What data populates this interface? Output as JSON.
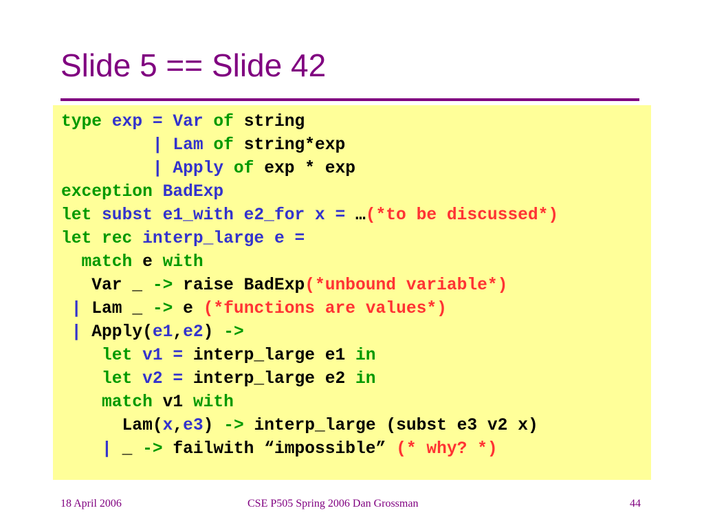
{
  "slide": {
    "title": "Slide 5 == Slide 42",
    "colors": {
      "title": "#800080",
      "box": "#ffff99",
      "keyword": "#009900",
      "identifier": "#3333cc",
      "text": "#000000",
      "comment": "#ff3333"
    }
  },
  "code": {
    "lines": [
      [
        {
          "t": "type ",
          "c": "kw"
        },
        {
          "t": "exp = ",
          "c": "id"
        },
        {
          "t": "Var ",
          "c": "id"
        },
        {
          "t": "of ",
          "c": "kw"
        },
        {
          "t": "string",
          "c": "tx"
        }
      ],
      [
        {
          "t": "         | ",
          "c": "id"
        },
        {
          "t": "Lam ",
          "c": "id"
        },
        {
          "t": "of ",
          "c": "kw"
        },
        {
          "t": "string*exp",
          "c": "tx"
        }
      ],
      [
        {
          "t": "         | ",
          "c": "id"
        },
        {
          "t": "Apply ",
          "c": "id"
        },
        {
          "t": "of ",
          "c": "kw"
        },
        {
          "t": "exp * exp",
          "c": "tx"
        }
      ],
      [
        {
          "t": "exception ",
          "c": "kw"
        },
        {
          "t": "BadExp",
          "c": "id"
        }
      ],
      [
        {
          "t": "let ",
          "c": "kw"
        },
        {
          "t": "subst e1_with e2_for x = ",
          "c": "id"
        },
        {
          "t": "…",
          "c": "tx"
        },
        {
          "t": "(*to be discussed*)",
          "c": "cm"
        }
      ],
      [
        {
          "t": "let rec ",
          "c": "kw"
        },
        {
          "t": "interp_large e =",
          "c": "id"
        }
      ],
      [
        {
          "t": "  match ",
          "c": "kw"
        },
        {
          "t": "e ",
          "c": "tx"
        },
        {
          "t": "with",
          "c": "kw"
        }
      ],
      [
        {
          "t": "   Var _ ",
          "c": "tx"
        },
        {
          "t": "-> ",
          "c": "kw"
        },
        {
          "t": "raise BadExp",
          "c": "tx"
        },
        {
          "t": "(*unbound variable*)",
          "c": "cm"
        }
      ],
      [
        {
          "t": " | ",
          "c": "id"
        },
        {
          "t": "Lam _ ",
          "c": "tx"
        },
        {
          "t": "-> ",
          "c": "kw"
        },
        {
          "t": "e ",
          "c": "tx"
        },
        {
          "t": "(*functions are values*)",
          "c": "cm"
        }
      ],
      [
        {
          "t": " | ",
          "c": "id"
        },
        {
          "t": "Apply(",
          "c": "tx"
        },
        {
          "t": "e1",
          "c": "id"
        },
        {
          "t": ",",
          "c": "tx"
        },
        {
          "t": "e2",
          "c": "id"
        },
        {
          "t": ") ",
          "c": "tx"
        },
        {
          "t": "->",
          "c": "kw"
        }
      ],
      [
        {
          "t": "    let ",
          "c": "kw"
        },
        {
          "t": "v1 = ",
          "c": "id"
        },
        {
          "t": "interp_large e1 ",
          "c": "tx"
        },
        {
          "t": "in",
          "c": "kw"
        }
      ],
      [
        {
          "t": "    let ",
          "c": "kw"
        },
        {
          "t": "v2 = ",
          "c": "id"
        },
        {
          "t": "interp_large e2 ",
          "c": "tx"
        },
        {
          "t": "in",
          "c": "kw"
        }
      ],
      [
        {
          "t": "    match ",
          "c": "kw"
        },
        {
          "t": "v1 ",
          "c": "tx"
        },
        {
          "t": "with",
          "c": "kw"
        }
      ],
      [
        {
          "t": "      Lam(",
          "c": "tx"
        },
        {
          "t": "x",
          "c": "id"
        },
        {
          "t": ",",
          "c": "tx"
        },
        {
          "t": "e3",
          "c": "id"
        },
        {
          "t": ") ",
          "c": "tx"
        },
        {
          "t": "-> ",
          "c": "kw"
        },
        {
          "t": "interp_large (subst e3 v2 x)",
          "c": "tx"
        }
      ],
      [
        {
          "t": "    | ",
          "c": "id"
        },
        {
          "t": "_ ",
          "c": "tx"
        },
        {
          "t": "-> ",
          "c": "kw"
        },
        {
          "t": "failwith “impossible” ",
          "c": "tx"
        },
        {
          "t": "(* why? *)",
          "c": "cm"
        }
      ]
    ]
  },
  "footer": {
    "date": "18 April 2006",
    "course": "CSE P505 Spring 2006  Dan Grossman",
    "page": "44"
  }
}
